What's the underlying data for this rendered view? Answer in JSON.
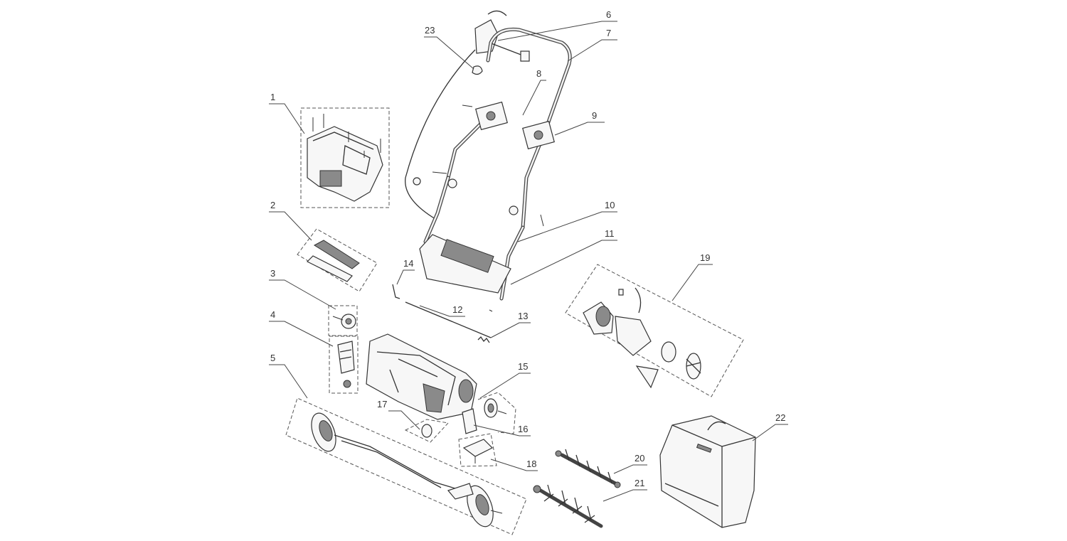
{
  "callouts": [
    {
      "id": "1",
      "part": "cover"
    },
    {
      "id": "2",
      "part": "cable-holder"
    },
    {
      "id": "3",
      "part": "height-adjust-knob"
    },
    {
      "id": "4",
      "part": "height-adjust-bracket"
    },
    {
      "id": "5",
      "part": "rear-axle-wheels"
    },
    {
      "id": "6",
      "part": "switch-box"
    },
    {
      "id": "7",
      "part": "upper-handle"
    },
    {
      "id": "8",
      "part": "middle-handle"
    },
    {
      "id": "9",
      "part": "handle-knob"
    },
    {
      "id": "10",
      "part": "lower-handle"
    },
    {
      "id": "11",
      "part": "instruction-label"
    },
    {
      "id": "12",
      "part": "rod"
    },
    {
      "id": "13",
      "part": "spring"
    },
    {
      "id": "14",
      "part": "pin"
    },
    {
      "id": "15",
      "part": "front-wheel"
    },
    {
      "id": "16",
      "part": "plate"
    },
    {
      "id": "17",
      "part": "depth-adjuster"
    },
    {
      "id": "18",
      "part": "bracket"
    },
    {
      "id": "19",
      "part": "motor-assembly"
    },
    {
      "id": "20",
      "part": "scarifier-roller"
    },
    {
      "id": "21",
      "part": "aerator-roller"
    },
    {
      "id": "22",
      "part": "grass-bag"
    },
    {
      "id": "23",
      "part": "cable-clip"
    }
  ]
}
